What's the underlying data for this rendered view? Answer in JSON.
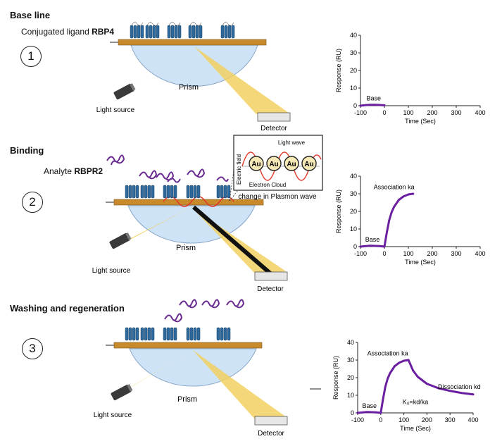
{
  "panels": [
    {
      "title": "Base line",
      "reagent_prefix": "Conjugated ligand",
      "reagent_name": "RBP4",
      "step": "1",
      "prism_label": "Prism",
      "light_source_label": "Light source",
      "detector_label": "Detector"
    },
    {
      "title": "Binding",
      "reagent_prefix": "Analyte",
      "reagent_name": "RBPR2",
      "step": "2",
      "prism_label": "Prism",
      "light_source_label": "Light source",
      "detector_label": "Detector",
      "inset": {
        "light_wave": "Light wave",
        "electric_field": "Electric field",
        "electron_cloud": "Electron Cloud",
        "au": "Au",
        "caption": "change in Plasmon wave"
      }
    },
    {
      "title": "Washing and regeneration",
      "step": "3",
      "prism_label": "Prism",
      "light_source_label": "Light source",
      "detector_label": "Detector"
    }
  ],
  "colors": {
    "curve": "#6a1fa0",
    "gold_bar": "#c98a2c",
    "prism": "#cfe3f6",
    "beam": "#f2d060",
    "receptor": "#2e6a9e",
    "analyte": "#6a2c91",
    "plasmon": "#e03a2a"
  },
  "chart_data": [
    {
      "type": "line",
      "xlabel": "Time (Sec)",
      "ylabel": "Response (RU)",
      "xlim": [
        -100,
        400
      ],
      "ylim": [
        0,
        40
      ],
      "xticks": [
        -100,
        0,
        100,
        200,
        300,
        400
      ],
      "yticks": [
        0,
        10,
        20,
        30,
        40
      ],
      "annotations": [
        "Base"
      ],
      "series": [
        {
          "x": [
            -100,
            -80,
            -60,
            -40,
            -20,
            0
          ],
          "y": [
            0,
            0.3,
            0.5,
            0.5,
            0.4,
            0.2
          ]
        }
      ]
    },
    {
      "type": "line",
      "xlabel": "Time (Sec)",
      "ylabel": "Response (RU)",
      "xlim": [
        -100,
        400
      ],
      "ylim": [
        0,
        40
      ],
      "xticks": [
        -100,
        0,
        100,
        200,
        300,
        400
      ],
      "yticks": [
        0,
        10,
        20,
        30,
        40
      ],
      "annotations": [
        "Association ka",
        "Base"
      ],
      "series": [
        {
          "x": [
            -100,
            -60,
            -20,
            0,
            10,
            20,
            30,
            40,
            60,
            80,
            100,
            120
          ],
          "y": [
            0,
            0.5,
            0.3,
            0,
            8,
            15,
            19.5,
            22.5,
            26.5,
            28.5,
            29.6,
            30
          ]
        }
      ]
    },
    {
      "type": "line",
      "xlabel": "Time (Sec)",
      "ylabel": "Response (RU)",
      "xlim": [
        -100,
        400
      ],
      "ylim": [
        0,
        40
      ],
      "xticks": [
        -100,
        0,
        100,
        200,
        300,
        400
      ],
      "yticks": [
        0,
        10,
        20,
        30,
        40
      ],
      "annotations": [
        "Association ka",
        "Dissociation kd",
        "K₀=kd/ka",
        "Base"
      ],
      "series": [
        {
          "x": [
            -100,
            -60,
            -20,
            0,
            10,
            20,
            30,
            40,
            60,
            80,
            100,
            120,
            140,
            160,
            200,
            250,
            300,
            350,
            400
          ],
          "y": [
            0,
            0.5,
            0.3,
            0,
            8,
            15,
            19.5,
            22.5,
            26.5,
            28.5,
            29.6,
            30,
            24,
            20.5,
            16.5,
            14,
            12.5,
            11.3,
            10.5
          ]
        }
      ]
    }
  ]
}
